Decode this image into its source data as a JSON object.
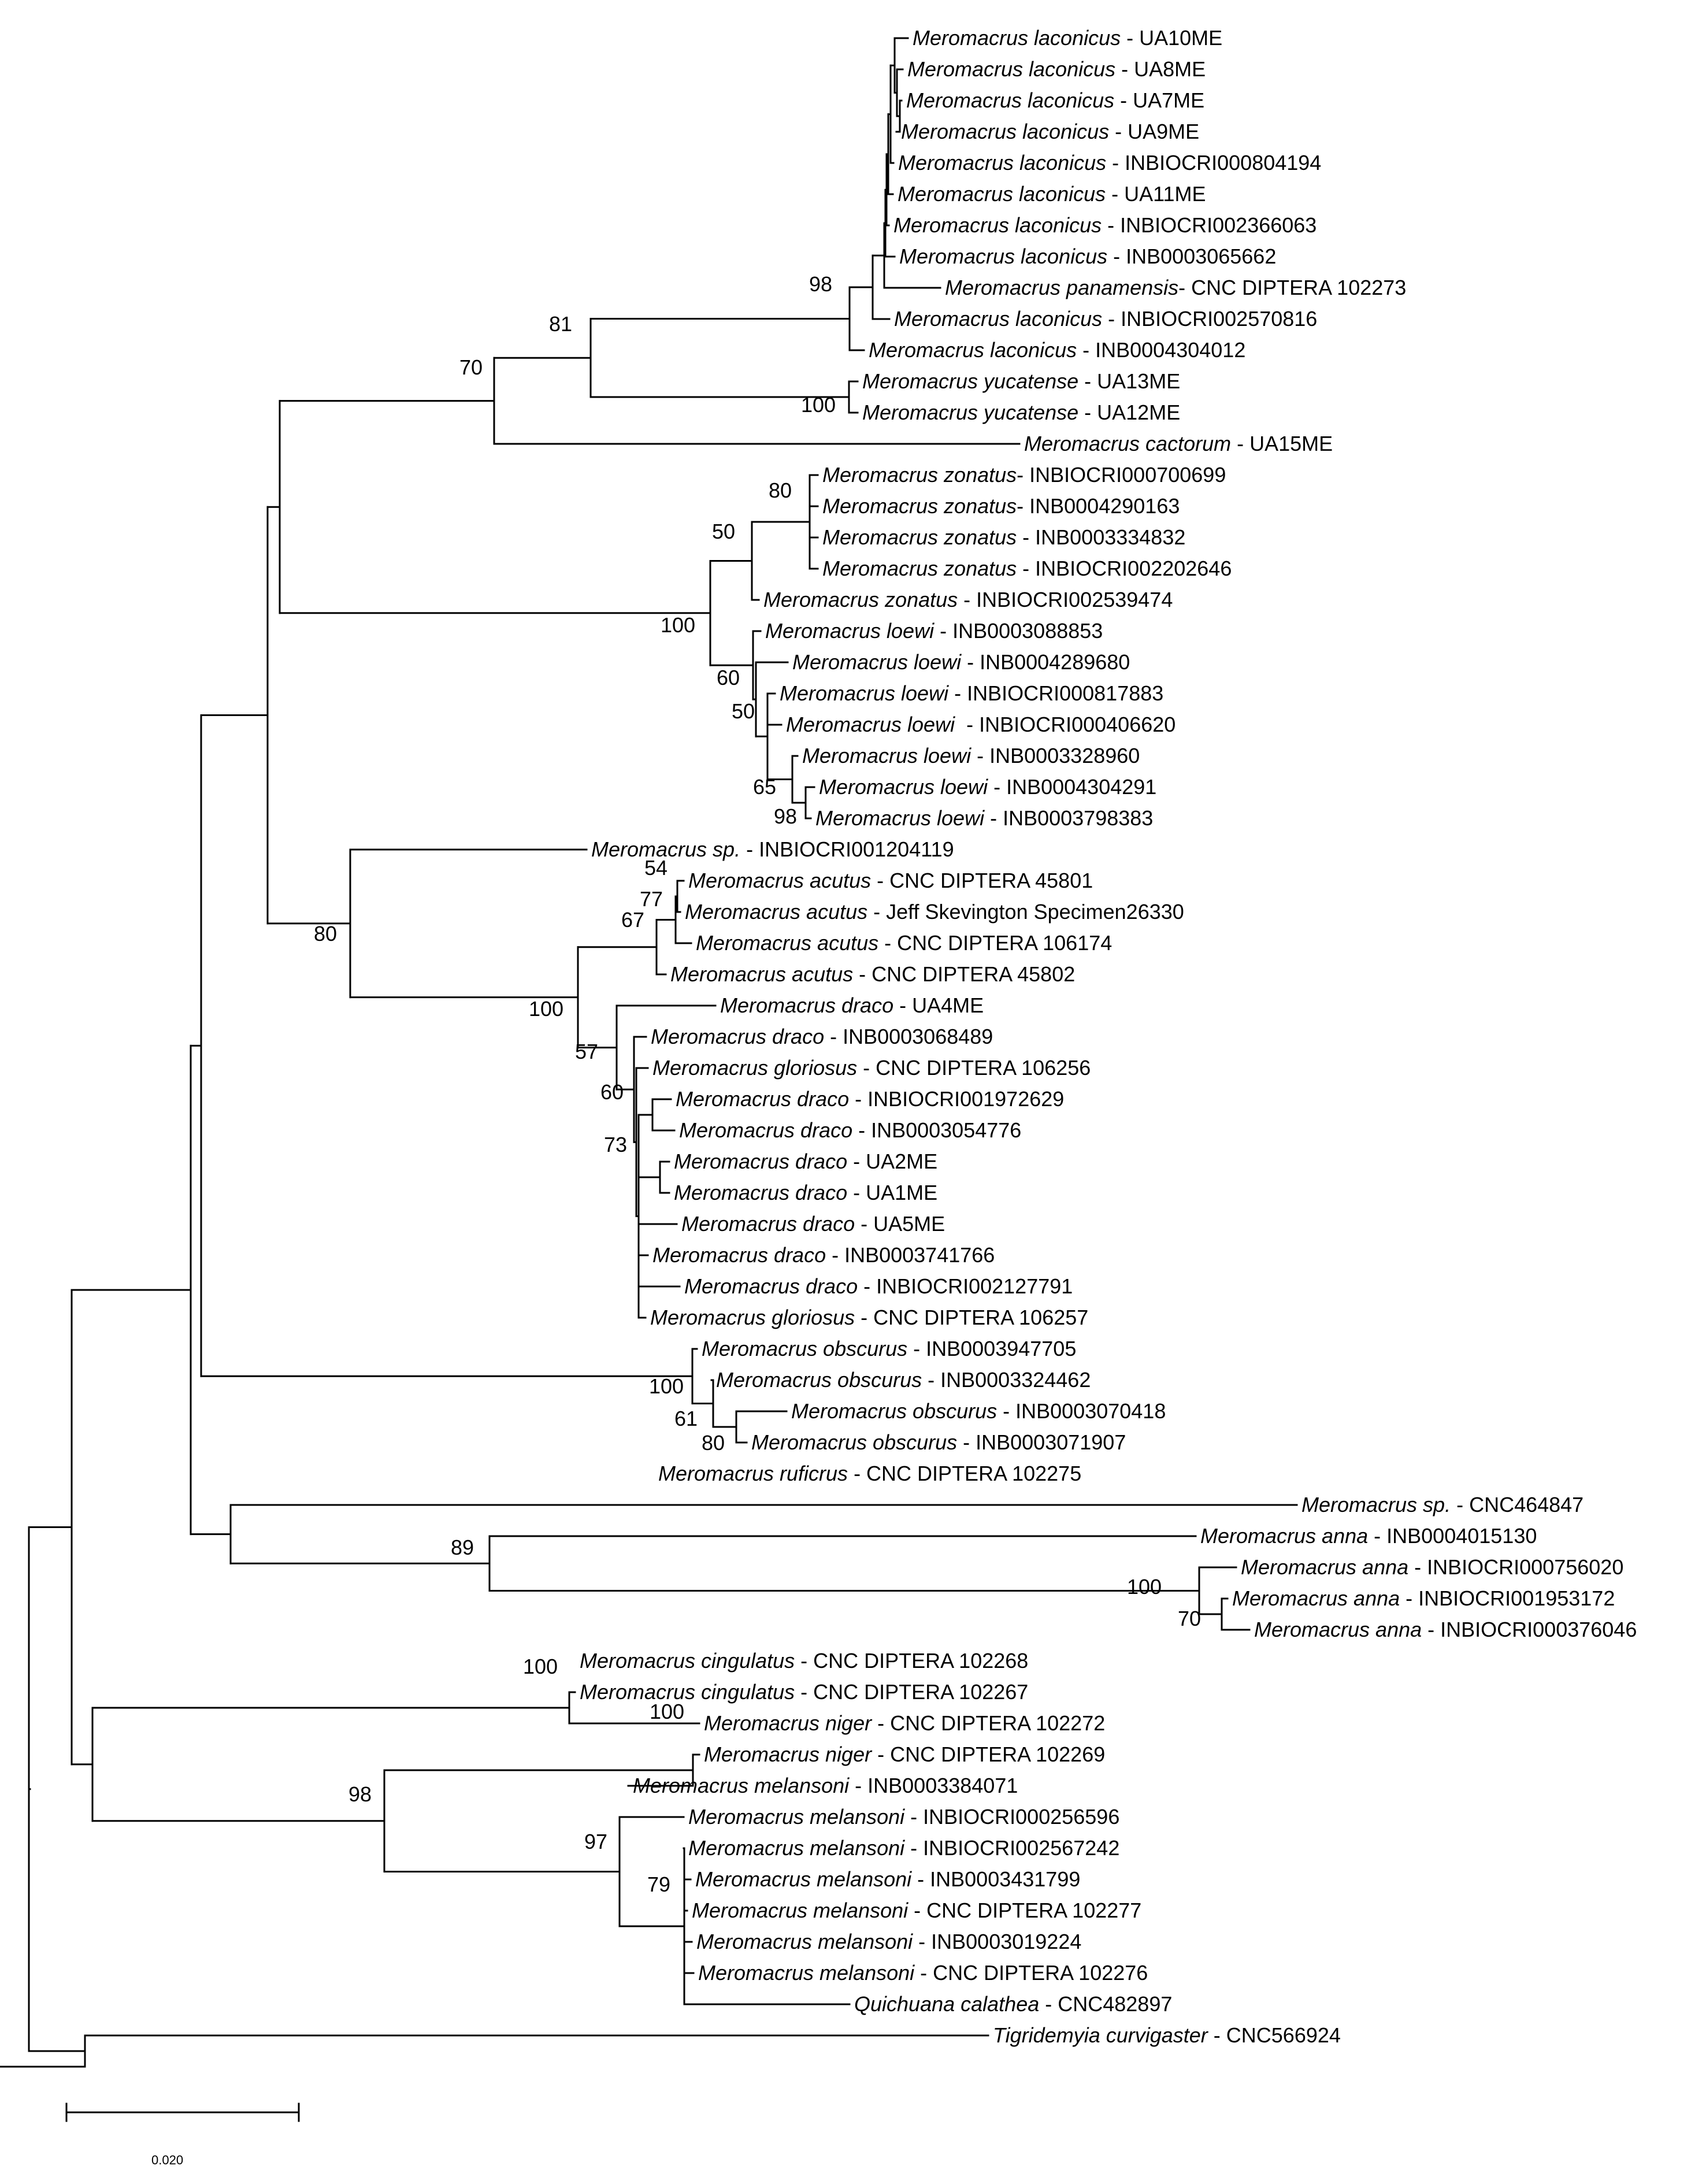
{
  "taxa": [
    {
      "species": "Meromacrus laconicus",
      "code": " - UA10ME"
    },
    {
      "species": "Meromacrus laconicus",
      "code": " - UA8ME"
    },
    {
      "species": "Meromacrus laconicus",
      "code": " - UA7ME"
    },
    {
      "species": "Meromacrus laconicus",
      "code": " - UA9ME"
    },
    {
      "species": "Meromacrus laconicus",
      "code": " - INBIOCRI000804194"
    },
    {
      "species": "Meromacrus laconicus",
      "code": " - UA11ME"
    },
    {
      "species": "Meromacrus laconicus",
      "code": " - INBIOCRI002366063"
    },
    {
      "species": "Meromacrus laconicus",
      "code": " - INB0003065662"
    },
    {
      "species": "Meromacrus panamensis",
      "code": "- CNC DIPTERA 102273"
    },
    {
      "species": "Meromacrus laconicus",
      "code": " - INBIOCRI002570816"
    },
    {
      "species": "Meromacrus laconicus",
      "code": " - INB0004304012"
    },
    {
      "species": "Meromacrus yucatense",
      "code": " - UA13ME"
    },
    {
      "species": "Meromacrus yucatense",
      "code": " - UA12ME"
    },
    {
      "species": "Meromacrus cactorum",
      "code": " - UA15ME"
    },
    {
      "species": "Meromacrus zonatus",
      "code": "- INBIOCRI000700699"
    },
    {
      "species": "Meromacrus zonatus",
      "code": "- INB0004290163"
    },
    {
      "species": "Meromacrus zonatus",
      "code": " - INB0003334832"
    },
    {
      "species": "Meromacrus zonatus",
      "code": " - INBIOCRI002202646"
    },
    {
      "species": "Meromacrus zonatus",
      "code": " - INBIOCRI002539474"
    },
    {
      "species": "Meromacrus loewi",
      "code": " - INB0003088853"
    },
    {
      "species": "Meromacrus loewi",
      "code": " - INB0004289680"
    },
    {
      "species": "Meromacrus loewi",
      "code": " - INBIOCRI000817883"
    },
    {
      "species": "Meromacrus loewi",
      "code": "  - INBIOCRI000406620"
    },
    {
      "species": "Meromacrus loewi",
      "code": " - INB0003328960"
    },
    {
      "species": "Meromacrus loewi",
      "code": " - INB0004304291"
    },
    {
      "species": "Meromacrus loewi",
      "code": " - INB0003798383"
    },
    {
      "species": "Meromacrus sp.",
      "code": " - INBIOCRI001204119"
    },
    {
      "species": "Meromacrus acutus",
      "code": " - CNC DIPTERA 45801"
    },
    {
      "species": "Meromacrus acutus",
      "code": " - Jeff Skevington Specimen26330"
    },
    {
      "species": "Meromacrus acutus",
      "code": " - CNC DIPTERA 106174"
    },
    {
      "species": "Meromacrus acutus",
      "code": " - CNC DIPTERA 45802"
    },
    {
      "species": "Meromacrus draco",
      "code": " - UA4ME"
    },
    {
      "species": "Meromacrus draco",
      "code": " - INB0003068489"
    },
    {
      "species": "Meromacrus gloriosus",
      "code": " - CNC DIPTERA 106256"
    },
    {
      "species": "Meromacrus draco",
      "code": " - INBIOCRI001972629"
    },
    {
      "species": "Meromacrus draco",
      "code": " - INB0003054776"
    },
    {
      "species": "Meromacrus draco",
      "code": " - UA2ME"
    },
    {
      "species": "Meromacrus draco",
      "code": " - UA1ME"
    },
    {
      "species": "Meromacrus draco",
      "code": " - UA5ME"
    },
    {
      "species": "Meromacrus draco",
      "code": " - INB0003741766"
    },
    {
      "species": "Meromacrus draco",
      "code": " - INBIOCRI002127791"
    },
    {
      "species": "Meromacrus gloriosus",
      "code": " - CNC DIPTERA 106257"
    },
    {
      "species": "Meromacrus obscurus",
      "code": " - INB0003947705"
    },
    {
      "species": "Meromacrus obscurus",
      "code": " - INB0003324462"
    },
    {
      "species": "Meromacrus obscurus",
      "code": " - INB0003070418"
    },
    {
      "species": "Meromacrus obscurus",
      "code": " - INB0003071907"
    },
    {
      "species": "Meromacrus ruficrus",
      "code": " - CNC DIPTERA 102275"
    },
    {
      "species": "Meromacrus sp.",
      "code": " - CNC464847"
    },
    {
      "species": "Meromacrus anna",
      "code": " - INB0004015130"
    },
    {
      "species": "Meromacrus anna",
      "code": " - INBIOCRI000756020"
    },
    {
      "species": "Meromacrus anna",
      "code": " - INBIOCRI001953172"
    },
    {
      "species": "Meromacrus anna",
      "code": " - INBIOCRI000376046"
    },
    {
      "species": "Meromacrus cingulatus",
      "code": " - CNC DIPTERA 102268"
    },
    {
      "species": "Meromacrus cingulatus",
      "code": " - CNC DIPTERA 102267"
    },
    {
      "species": "Meromacrus niger",
      "code": " - CNC DIPTERA 102272"
    },
    {
      "species": "Meromacrus niger",
      "code": " - CNC DIPTERA 102269"
    },
    {
      "species": "Meromacrus melansoni",
      "code": " - INB0003384071"
    },
    {
      "species": "Meromacrus melansoni",
      "code": " - INBIOCRI000256596"
    },
    {
      "species": "Meromacrus melansoni",
      "code": " - INBIOCRI002567242"
    },
    {
      "species": "Meromacrus melansoni",
      "code": " - INB0003431799"
    },
    {
      "species": "Meromacrus melansoni",
      "code": " - CNC DIPTERA 102277"
    },
    {
      "species": "Meromacrus melansoni",
      "code": " - INB0003019224"
    },
    {
      "species": "Meromacrus melansoni",
      "code": " - CNC DIPTERA 102276"
    },
    {
      "species": "Quichuana calathea",
      "code": " - CNC482897"
    },
    {
      "species": "Tigridemyia curvigaster",
      "code": " - CNC566924"
    }
  ],
  "support_values": [
    "98",
    "81",
    "70",
    "100",
    "80",
    "50",
    "100",
    "60",
    "50",
    "65",
    "98",
    "54",
    "77",
    "67",
    "80",
    "100",
    "57",
    "60",
    "73",
    "100",
    "61",
    "80",
    "89",
    "100",
    "70",
    "100",
    "100",
    "98",
    "97",
    "79"
  ],
  "scale_bar": {
    "label": "0.020"
  }
}
